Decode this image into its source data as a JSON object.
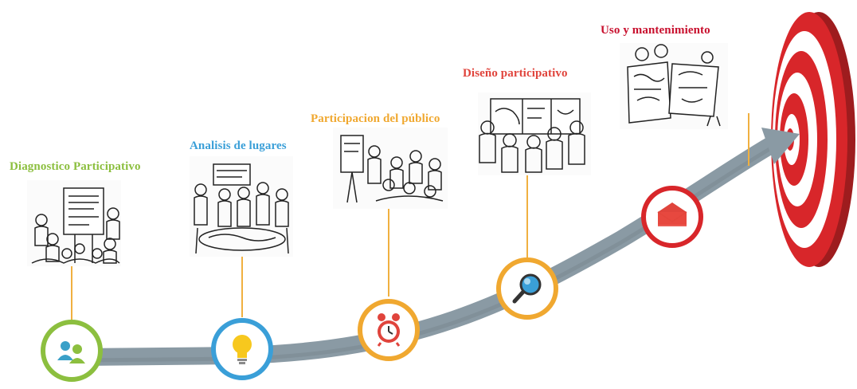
{
  "steps": [
    {
      "label": "Diagnostico Participativo",
      "color": "#8cbf3f",
      "icon": "people-icon",
      "illustration": "group-with-notice-board"
    },
    {
      "label": "Analisis de lugares",
      "color": "#3a9fd8",
      "icon": "lightbulb-icon",
      "illustration": "crowd-discussing-map"
    },
    {
      "label": "Participacion del público",
      "color": "#f0a830",
      "icon": "alarm-clock-icon",
      "illustration": "presenter-at-flipchart"
    },
    {
      "label": "Diseño participativo",
      "color": "#e0443c",
      "icon": "magnifier-icon",
      "illustration": "team-at-whiteboard"
    },
    {
      "label": "Uso y mantenimiento",
      "color": "#c8102e",
      "icon": "envelope-icon",
      "illustration": "people-reading-plans"
    }
  ],
  "colors": {
    "arrow": "#8a9aa4",
    "connector": "#f0b040",
    "target_red": "#d8262a",
    "target_white": "#ffffff"
  },
  "goal_icon": "target-icon"
}
